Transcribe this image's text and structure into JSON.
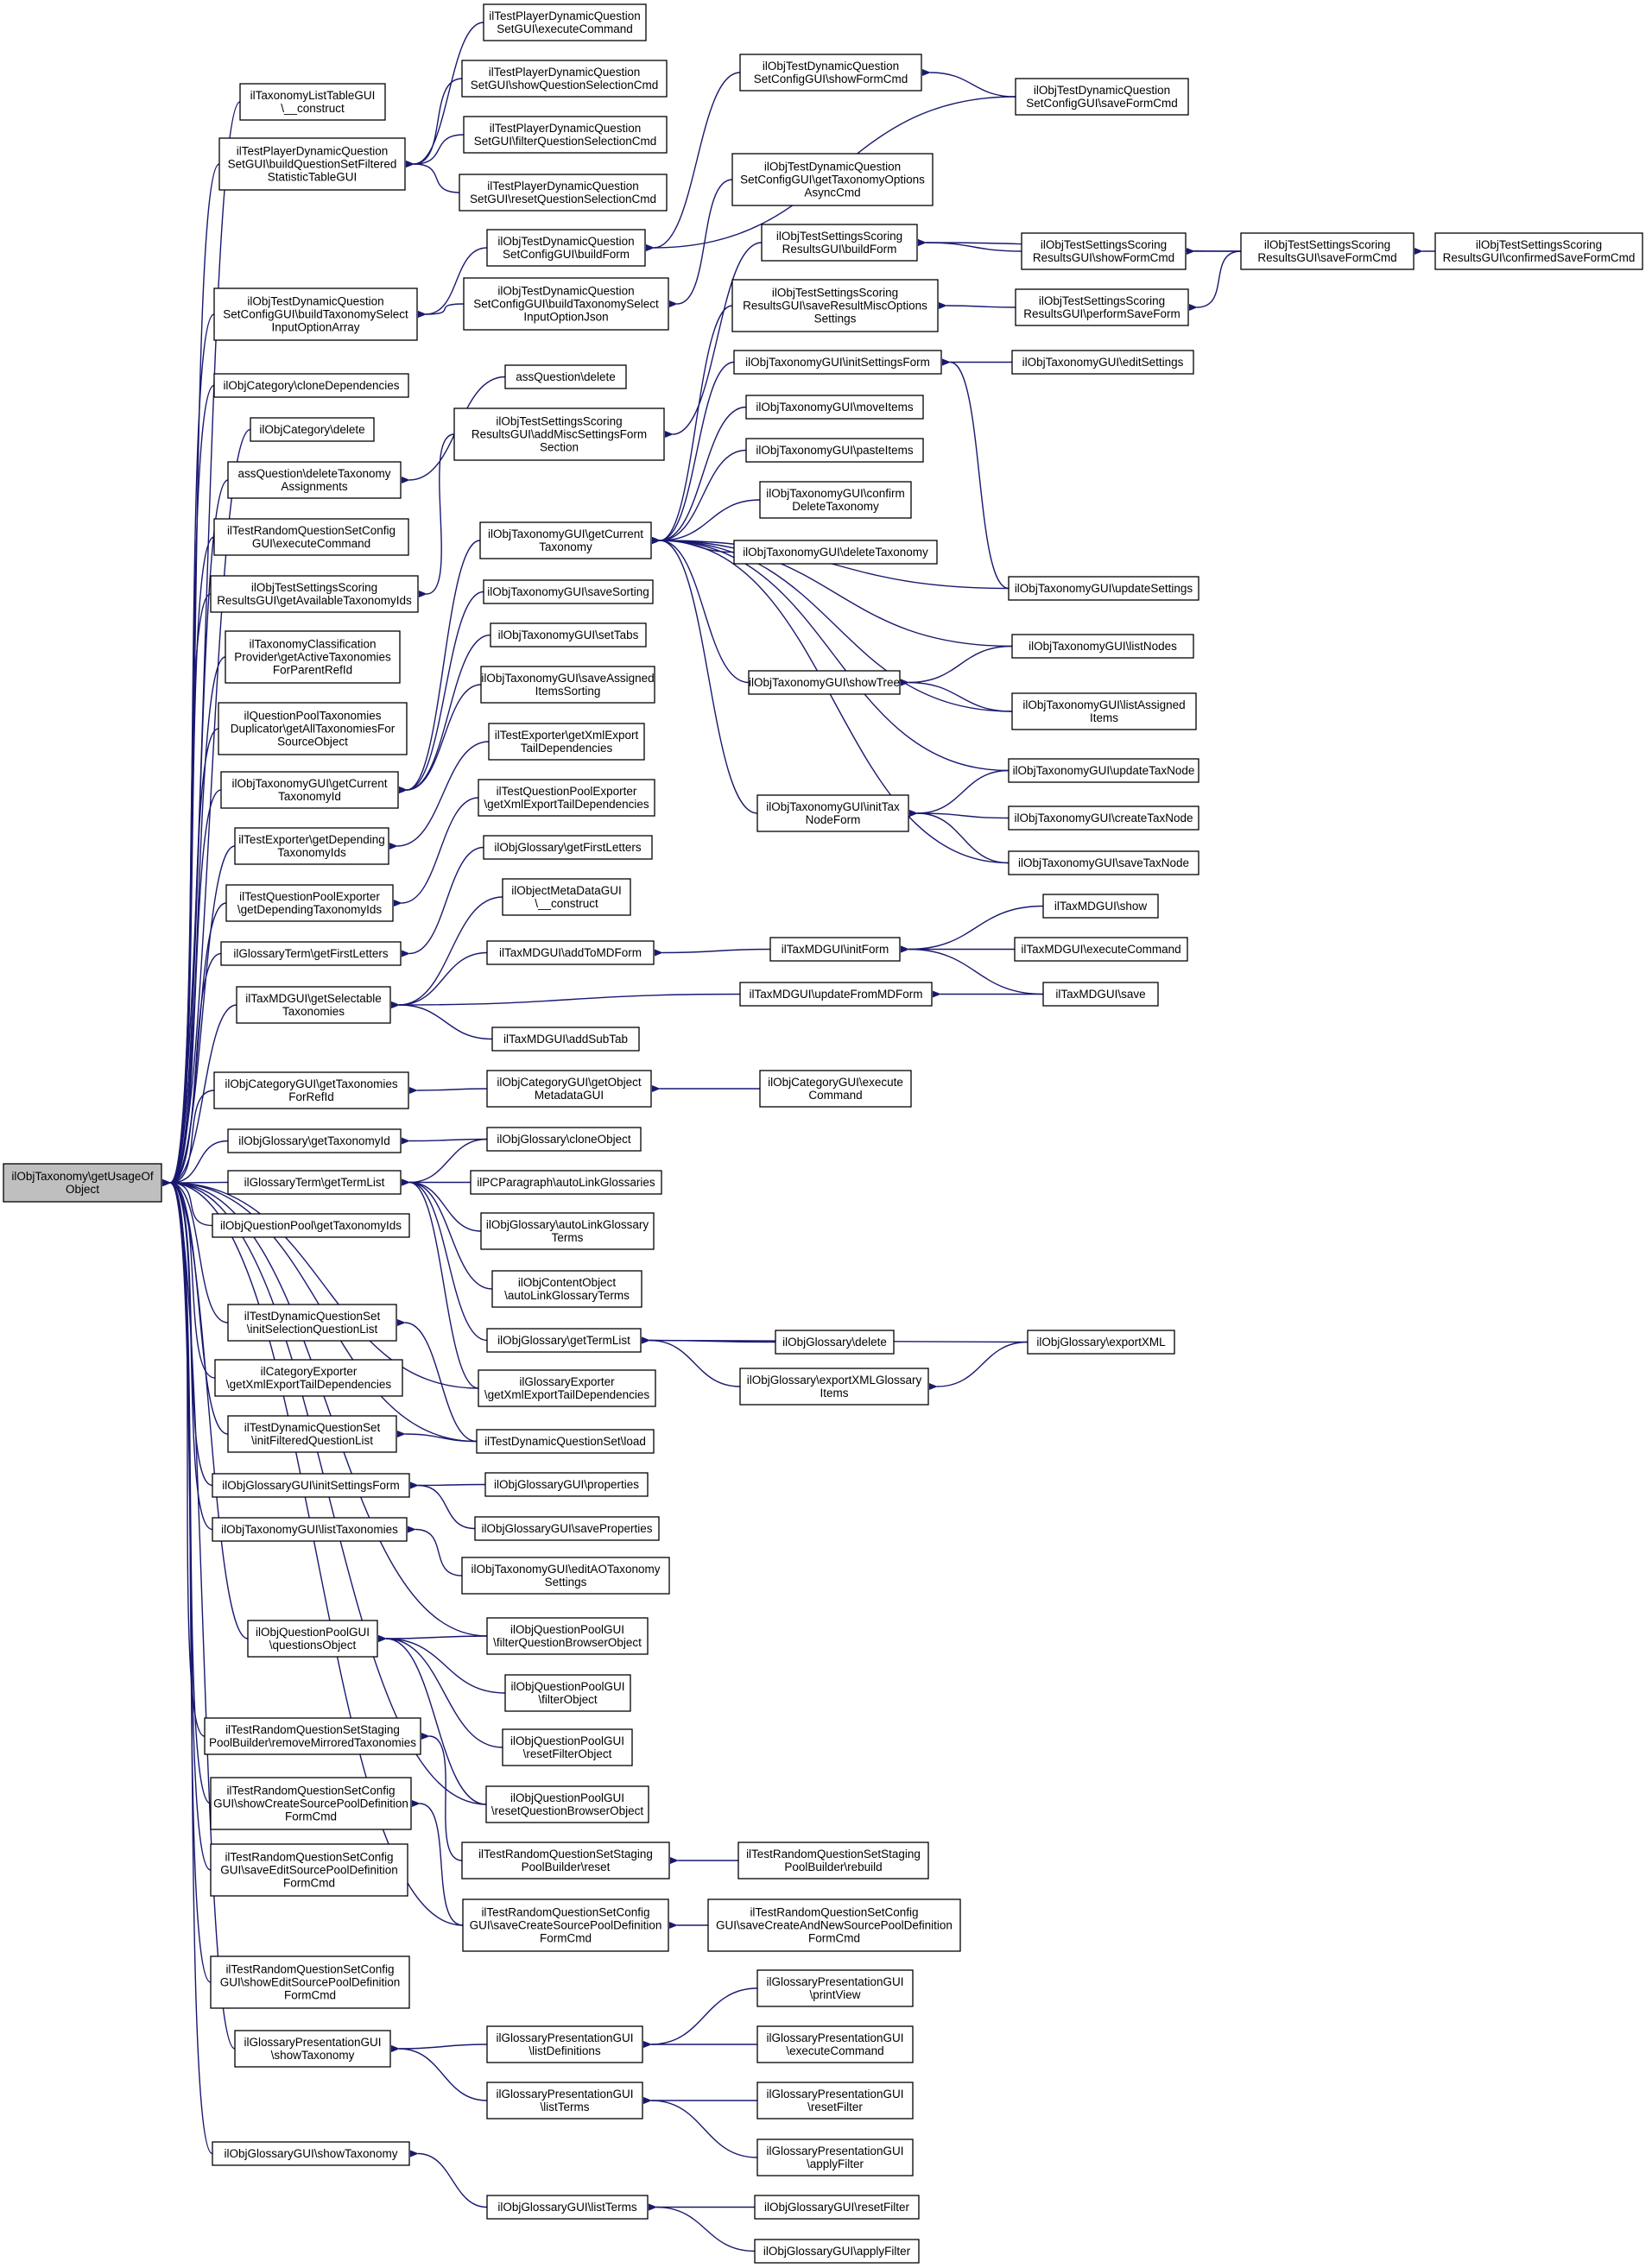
{
  "diagram": {
    "type": "call-graph",
    "edge_color": "#191970",
    "root_fill": "#bfbfbf",
    "nodes": [
      {
        "id": "root",
        "lines": [
          "ilObjTaxonomy\\getUsageOf",
          "Object"
        ],
        "root": true
      },
      {
        "id": "n_taxlist",
        "lines": [
          "ilTaxonomyListTableGUI",
          "\\__construct"
        ]
      },
      {
        "id": "n_buildqs",
        "lines": [
          "ilTestPlayerDynamicQuestion",
          "SetGUI\\buildQuestionSetFiltered",
          "StatisticTableGUI"
        ]
      },
      {
        "id": "n_buildtaxsel",
        "lines": [
          "ilObjTestDynamicQuestion",
          "SetConfigGUI\\buildTaxonomySelect",
          "InputOptionArray"
        ]
      },
      {
        "id": "n_catclone",
        "lines": [
          "ilObjCategory\\cloneDependencies"
        ]
      },
      {
        "id": "n_catdelete",
        "lines": [
          "ilObjCategory\\delete"
        ]
      },
      {
        "id": "n_assdeltax",
        "lines": [
          "assQuestion\\deleteTaxonomy",
          "Assignments"
        ]
      },
      {
        "id": "n_randexec",
        "lines": [
          "ilTestRandomQuestionSetConfig",
          "GUI\\executeCommand"
        ]
      },
      {
        "id": "n_scoravail",
        "lines": [
          "ilObjTestSettingsScoring",
          "ResultsGUI\\getAvailableTaxonomyIds"
        ]
      },
      {
        "id": "n_taxclass",
        "lines": [
          "ilTaxonomyClassification",
          "Provider\\getActiveTaxonomies",
          "ForParentRefId"
        ]
      },
      {
        "id": "n_qpdup",
        "lines": [
          "ilQuestionPoolTaxonomies",
          "Duplicator\\getAllTaxonomiesFor",
          "SourceObject"
        ]
      },
      {
        "id": "n_taxcurid",
        "lines": [
          "ilObjTaxonomyGUI\\getCurrent",
          "TaxonomyId"
        ]
      },
      {
        "id": "n_texpdep",
        "lines": [
          "ilTestExporter\\getDepending",
          "TaxonomyIds"
        ]
      },
      {
        "id": "n_tqpexpdep",
        "lines": [
          "ilTestQuestionPoolExporter",
          "\\getDependingTaxonomyIds"
        ]
      },
      {
        "id": "n_gtfirst",
        "lines": [
          "ilGlossaryTerm\\getFirstLetters"
        ]
      },
      {
        "id": "n_taxmdsel",
        "lines": [
          "ilTaxMDGUI\\getSelectable",
          "Taxonomies"
        ]
      },
      {
        "id": "n_catguitax",
        "lines": [
          "ilObjCategoryGUI\\getTaxonomies",
          "ForRefId"
        ]
      },
      {
        "id": "n_glotaxid",
        "lines": [
          "ilObjGlossary\\getTaxonomyId"
        ]
      },
      {
        "id": "n_gttermlist",
        "lines": [
          "ilGlossaryTerm\\getTermList"
        ]
      },
      {
        "id": "n_qptaxids",
        "lines": [
          "ilObjQuestionPool\\getTaxonomyIds"
        ]
      },
      {
        "id": "n_dqsinitsel",
        "lines": [
          "ilTestDynamicQuestionSet",
          "\\initSelectionQuestionList"
        ]
      },
      {
        "id": "n_catexp",
        "lines": [
          "ilCategoryExporter",
          "\\getXmlExportTailDependencies"
        ]
      },
      {
        "id": "n_dqsinitfil",
        "lines": [
          "ilTestDynamicQuestionSet",
          "\\initFilteredQuestionList"
        ]
      },
      {
        "id": "n_gloguiinit",
        "lines": [
          "ilObjGlossaryGUI\\initSettingsForm"
        ]
      },
      {
        "id": "n_taxlisttax",
        "lines": [
          "ilObjTaxonomyGUI\\listTaxonomies"
        ]
      },
      {
        "id": "n_qpguiqo",
        "lines": [
          "ilObjQuestionPoolGUI",
          "\\questionsObject"
        ]
      },
      {
        "id": "n_rqsspbrm",
        "lines": [
          "ilTestRandomQuestionSetStaging",
          "PoolBuilder\\removeMirroredTaxonomies"
        ]
      },
      {
        "id": "n_rqscshow",
        "lines": [
          "ilTestRandomQuestionSetConfig",
          "GUI\\showCreateSourcePoolDefinition",
          "FormCmd"
        ]
      },
      {
        "id": "n_rqscsaveedit",
        "lines": [
          "ilTestRandomQuestionSetConfig",
          "GUI\\saveEditSourcePoolDefinition",
          "FormCmd"
        ]
      },
      {
        "id": "n_rqscshowedit",
        "lines": [
          "ilTestRandomQuestionSetConfig",
          "GUI\\showEditSourcePoolDefinition",
          "FormCmd"
        ]
      },
      {
        "id": "n_gpguishowtax",
        "lines": [
          "ilGlossaryPresentationGUI",
          "\\showTaxonomy"
        ]
      },
      {
        "id": "n_gloguishowtax",
        "lines": [
          "ilObjGlossaryGUI\\showTaxonomy"
        ]
      },
      {
        "id": "n_pdexec",
        "lines": [
          "ilTestPlayerDynamicQuestion",
          "SetGUI\\executeCommand"
        ]
      },
      {
        "id": "n_pdshowsel",
        "lines": [
          "ilTestPlayerDynamicQuestion",
          "SetGUI\\showQuestionSelectionCmd"
        ]
      },
      {
        "id": "n_pdfilter",
        "lines": [
          "ilTestPlayerDynamicQuestion",
          "SetGUI\\filterQuestionSelectionCmd"
        ]
      },
      {
        "id": "n_pdreset",
        "lines": [
          "ilTestPlayerDynamicQuestion",
          "SetGUI\\resetQuestionSelectionCmd"
        ]
      },
      {
        "id": "n_dqcbuildform",
        "lines": [
          "ilObjTestDynamicQuestion",
          "SetConfigGUI\\buildForm"
        ]
      },
      {
        "id": "n_dqcbuildjson",
        "lines": [
          "ilObjTestDynamicQuestion",
          "SetConfigGUI\\buildTaxonomySelect",
          "InputOptionJson"
        ]
      },
      {
        "id": "n_assdelete",
        "lines": [
          "assQuestion\\delete"
        ]
      },
      {
        "id": "n_scoraddmisc",
        "lines": [
          "ilObjTestSettingsScoring",
          "ResultsGUI\\addMiscSettingsForm",
          "Section"
        ]
      },
      {
        "id": "n_taxgetcur",
        "lines": [
          "ilObjTaxonomyGUI\\getCurrent",
          "Taxonomy"
        ]
      },
      {
        "id": "n_taxsavesort",
        "lines": [
          "ilObjTaxonomyGUI\\saveSorting"
        ]
      },
      {
        "id": "n_taxsettabs",
        "lines": [
          "ilObjTaxonomyGUI\\setTabs"
        ]
      },
      {
        "id": "n_taxsaveassign",
        "lines": [
          "ilObjTaxonomyGUI\\saveAssigned",
          "ItemsSorting"
        ]
      },
      {
        "id": "n_texpxml",
        "lines": [
          "ilTestExporter\\getXmlExport",
          "TailDependencies"
        ]
      },
      {
        "id": "n_tqpexpxml",
        "lines": [
          "ilTestQuestionPoolExporter",
          "\\getXmlExportTailDependencies"
        ]
      },
      {
        "id": "n_glofirst",
        "lines": [
          "ilObjGlossary\\getFirstLetters"
        ]
      },
      {
        "id": "n_omdconstruct",
        "lines": [
          "ilObjectMetaDataGUI",
          "\\__construct"
        ]
      },
      {
        "id": "n_taxmdadd",
        "lines": [
          "ilTaxMDGUI\\addToMDForm"
        ]
      },
      {
        "id": "n_taxmdaddsub",
        "lines": [
          "ilTaxMDGUI\\addSubTab"
        ]
      },
      {
        "id": "n_catguigetmd",
        "lines": [
          "ilObjCategoryGUI\\getObject",
          "MetadataGUI"
        ]
      },
      {
        "id": "n_gloclone",
        "lines": [
          "ilObjGlossary\\cloneObject"
        ]
      },
      {
        "id": "n_pcpautolink",
        "lines": [
          "ilPCParagraph\\autoLinkGlossaries"
        ]
      },
      {
        "id": "n_gloautolink",
        "lines": [
          "ilObjGlossary\\autoLinkGlossary",
          "Terms"
        ]
      },
      {
        "id": "n_coautolink",
        "lines": [
          "ilObjContentObject",
          "\\autoLinkGlossaryTerms"
        ]
      },
      {
        "id": "n_glotermlist",
        "lines": [
          "ilObjGlossary\\getTermList"
        ]
      },
      {
        "id": "n_gloexp",
        "lines": [
          "ilGlossaryExporter",
          "\\getXmlExportTailDependencies"
        ]
      },
      {
        "id": "n_dqsload",
        "lines": [
          "ilTestDynamicQuestionSet\\load"
        ]
      },
      {
        "id": "n_gloguiprops",
        "lines": [
          "ilObjGlossaryGUI\\properties"
        ]
      },
      {
        "id": "n_gloguisave",
        "lines": [
          "ilObjGlossaryGUI\\saveProperties"
        ]
      },
      {
        "id": "n_taxeditao",
        "lines": [
          "ilObjTaxonomyGUI\\editAOTaxonomy",
          "Settings"
        ]
      },
      {
        "id": "n_qpguifilterqb",
        "lines": [
          "ilObjQuestionPoolGUI",
          "\\filterQuestionBrowserObject"
        ]
      },
      {
        "id": "n_qpguifilter",
        "lines": [
          "ilObjQuestionPoolGUI",
          "\\filterObject"
        ]
      },
      {
        "id": "n_qpguireset",
        "lines": [
          "ilObjQuestionPoolGUI",
          "\\resetFilterObject"
        ]
      },
      {
        "id": "n_qpguiresetqb",
        "lines": [
          "ilObjQuestionPoolGUI",
          "\\resetQuestionBrowserObject"
        ]
      },
      {
        "id": "n_rqsspbreset",
        "lines": [
          "ilTestRandomQuestionSetStaging",
          "PoolBuilder\\reset"
        ]
      },
      {
        "id": "n_rqscsavecreate",
        "lines": [
          "ilTestRandomQuestionSetConfig",
          "GUI\\saveCreateSourcePoolDefinition",
          "FormCmd"
        ]
      },
      {
        "id": "n_gplistdef",
        "lines": [
          "ilGlossaryPresentationGUI",
          "\\listDefinitions"
        ]
      },
      {
        "id": "n_gplistterms",
        "lines": [
          "ilGlossaryPresentationGUI",
          "\\listTerms"
        ]
      },
      {
        "id": "n_gloguilistterms",
        "lines": [
          "ilObjGlossaryGUI\\listTerms"
        ]
      },
      {
        "id": "n_dqcshowform",
        "lines": [
          "ilObjTestDynamicQuestion",
          "SetConfigGUI\\showFormCmd"
        ]
      },
      {
        "id": "n_dqcgettaxasync",
        "lines": [
          "ilObjTestDynamicQuestion",
          "SetConfigGUI\\getTaxonomyOptions",
          "AsyncCmd"
        ]
      },
      {
        "id": "n_scorbuildform",
        "lines": [
          "ilObjTestSettingsScoring",
          "ResultsGUI\\buildForm"
        ]
      },
      {
        "id": "n_scorsavemisc",
        "lines": [
          "ilObjTestSettingsScoring",
          "ResultsGUI\\saveResultMiscOptions",
          "Settings"
        ]
      },
      {
        "id": "n_taxinitsettings",
        "lines": [
          "ilObjTaxonomyGUI\\initSettingsForm"
        ]
      },
      {
        "id": "n_taxmove",
        "lines": [
          "ilObjTaxonomyGUI\\moveItems"
        ]
      },
      {
        "id": "n_taxpaste",
        "lines": [
          "ilObjTaxonomyGUI\\pasteItems"
        ]
      },
      {
        "id": "n_taxconfirmdel",
        "lines": [
          "ilObjTaxonomyGUI\\confirm",
          "DeleteTaxonomy"
        ]
      },
      {
        "id": "n_taxdelete",
        "lines": [
          "ilObjTaxonomyGUI\\deleteTaxonomy"
        ]
      },
      {
        "id": "n_taxshowtree",
        "lines": [
          "ilObjTaxonomyGUI\\showTree"
        ]
      },
      {
        "id": "n_taxinitnode",
        "lines": [
          "ilObjTaxonomyGUI\\initTax",
          "NodeForm"
        ]
      },
      {
        "id": "n_taxmdinitform",
        "lines": [
          "ilTaxMDGUI\\initForm"
        ]
      },
      {
        "id": "n_taxmdupdate",
        "lines": [
          "ilTaxMDGUI\\updateFromMDForm"
        ]
      },
      {
        "id": "n_catguiexec",
        "lines": [
          "ilObjCategoryGUI\\execute",
          "Command"
        ]
      },
      {
        "id": "n_glodelete",
        "lines": [
          "ilObjGlossary\\delete"
        ]
      },
      {
        "id": "n_gloexpxmlitems",
        "lines": [
          "ilObjGlossary\\exportXMLGlossary",
          "Items"
        ]
      },
      {
        "id": "n_rqsspbrebuild",
        "lines": [
          "ilTestRandomQuestionSetStaging",
          "PoolBuilder\\rebuild"
        ]
      },
      {
        "id": "n_rqscsavecreatenew",
        "lines": [
          "ilTestRandomQuestionSetConfig",
          "GUI\\saveCreateAndNewSourcePoolDefinition",
          "FormCmd"
        ]
      },
      {
        "id": "n_gpprint",
        "lines": [
          "ilGlossaryPresentationGUI",
          "\\printView"
        ]
      },
      {
        "id": "n_gpexec",
        "lines": [
          "ilGlossaryPresentationGUI",
          "\\executeCommand"
        ]
      },
      {
        "id": "n_gpreset",
        "lines": [
          "ilGlossaryPresentationGUI",
          "\\resetFilter"
        ]
      },
      {
        "id": "n_gpapply",
        "lines": [
          "ilGlossaryPresentationGUI",
          "\\applyFilter"
        ]
      },
      {
        "id": "n_gloguireset",
        "lines": [
          "ilObjGlossaryGUI\\resetFilter"
        ]
      },
      {
        "id": "n_gloguiapply",
        "lines": [
          "ilObjGlossaryGUI\\applyFilter"
        ]
      },
      {
        "id": "n_dqcsaveform",
        "lines": [
          "ilObjTestDynamicQuestion",
          "SetConfigGUI\\saveFormCmd"
        ]
      },
      {
        "id": "n_scorshowform",
        "lines": [
          "ilObjTestSettingsScoring",
          "ResultsGUI\\showFormCmd"
        ]
      },
      {
        "id": "n_scorperform",
        "lines": [
          "ilObjTestSettingsScoring",
          "ResultsGUI\\performSaveForm"
        ]
      },
      {
        "id": "n_taxeditsettings",
        "lines": [
          "ilObjTaxonomyGUI\\editSettings"
        ]
      },
      {
        "id": "n_taxupdatesettings",
        "lines": [
          "ilObjTaxonomyGUI\\updateSettings"
        ]
      },
      {
        "id": "n_taxlistnodes",
        "lines": [
          "ilObjTaxonomyGUI\\listNodes"
        ]
      },
      {
        "id": "n_taxlistassigned",
        "lines": [
          "ilObjTaxonomyGUI\\listAssigned",
          "Items"
        ]
      },
      {
        "id": "n_taxupdatenode",
        "lines": [
          "ilObjTaxonomyGUI\\updateTaxNode"
        ]
      },
      {
        "id": "n_taxcreatenode",
        "lines": [
          "ilObjTaxonomyGUI\\createTaxNode"
        ]
      },
      {
        "id": "n_taxsavenode",
        "lines": [
          "ilObjTaxonomyGUI\\saveTaxNode"
        ]
      },
      {
        "id": "n_taxmdshow",
        "lines": [
          "ilTaxMDGUI\\show"
        ]
      },
      {
        "id": "n_taxmdexec",
        "lines": [
          "ilTaxMDGUI\\executeCommand"
        ]
      },
      {
        "id": "n_taxmdsave",
        "lines": [
          "ilTaxMDGUI\\save"
        ]
      },
      {
        "id": "n_gloexpxml",
        "lines": [
          "ilObjGlossary\\exportXML"
        ]
      },
      {
        "id": "n_scorsaveform",
        "lines": [
          "ilObjTestSettingsScoring",
          "ResultsGUI\\saveFormCmd"
        ]
      },
      {
        "id": "n_scorconfirmed",
        "lines": [
          "ilObjTestSettingsScoring",
          "ResultsGUI\\confirmedSaveFormCmd"
        ]
      }
    ]
  }
}
